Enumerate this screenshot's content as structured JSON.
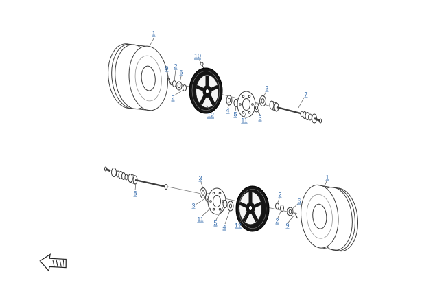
{
  "colors": {
    "background": "#ffffff",
    "callout": "#3a6fae",
    "outline": "#3c3c3c",
    "rim_fill": "#161616"
  },
  "callouts": [
    {
      "part": "tire-top",
      "label": "1"
    },
    {
      "part": "hub-bolt",
      "label": "10"
    },
    {
      "part": "cotter-pin-top",
      "label": "9"
    },
    {
      "part": "washer-top-a",
      "label": "2"
    },
    {
      "part": "castle-nut-top",
      "label": "6"
    },
    {
      "part": "washer-top-b",
      "label": "2"
    },
    {
      "part": "wheel-rim-top",
      "label": "12"
    },
    {
      "part": "spacer-top",
      "label": "4"
    },
    {
      "part": "washer-top-c",
      "label": "5"
    },
    {
      "part": "brake-disc-top",
      "label": "11"
    },
    {
      "part": "ring-top-a",
      "label": "3"
    },
    {
      "part": "ring-top-b",
      "label": "3"
    },
    {
      "part": "drive-shaft-top",
      "label": "7"
    },
    {
      "part": "drive-shaft-bottom",
      "label": "8"
    },
    {
      "part": "ring-bottom-a",
      "label": "3"
    },
    {
      "part": "ring-bottom-b",
      "label": "3"
    },
    {
      "part": "brake-disc-bottom",
      "label": "11"
    },
    {
      "part": "washer-bottom-c",
      "label": "5"
    },
    {
      "part": "spacer-bottom",
      "label": "4"
    },
    {
      "part": "wheel-rim-bottom",
      "label": "12"
    },
    {
      "part": "washer-bottom-a",
      "label": "2"
    },
    {
      "part": "castle-nut-bottom",
      "label": "6"
    },
    {
      "part": "washer-bottom-b",
      "label": "2"
    },
    {
      "part": "cotter-pin-bottom",
      "label": "9"
    },
    {
      "part": "tire-bottom",
      "label": "1"
    }
  ],
  "icons": {
    "front_arrow": "front-direction-arrow"
  }
}
